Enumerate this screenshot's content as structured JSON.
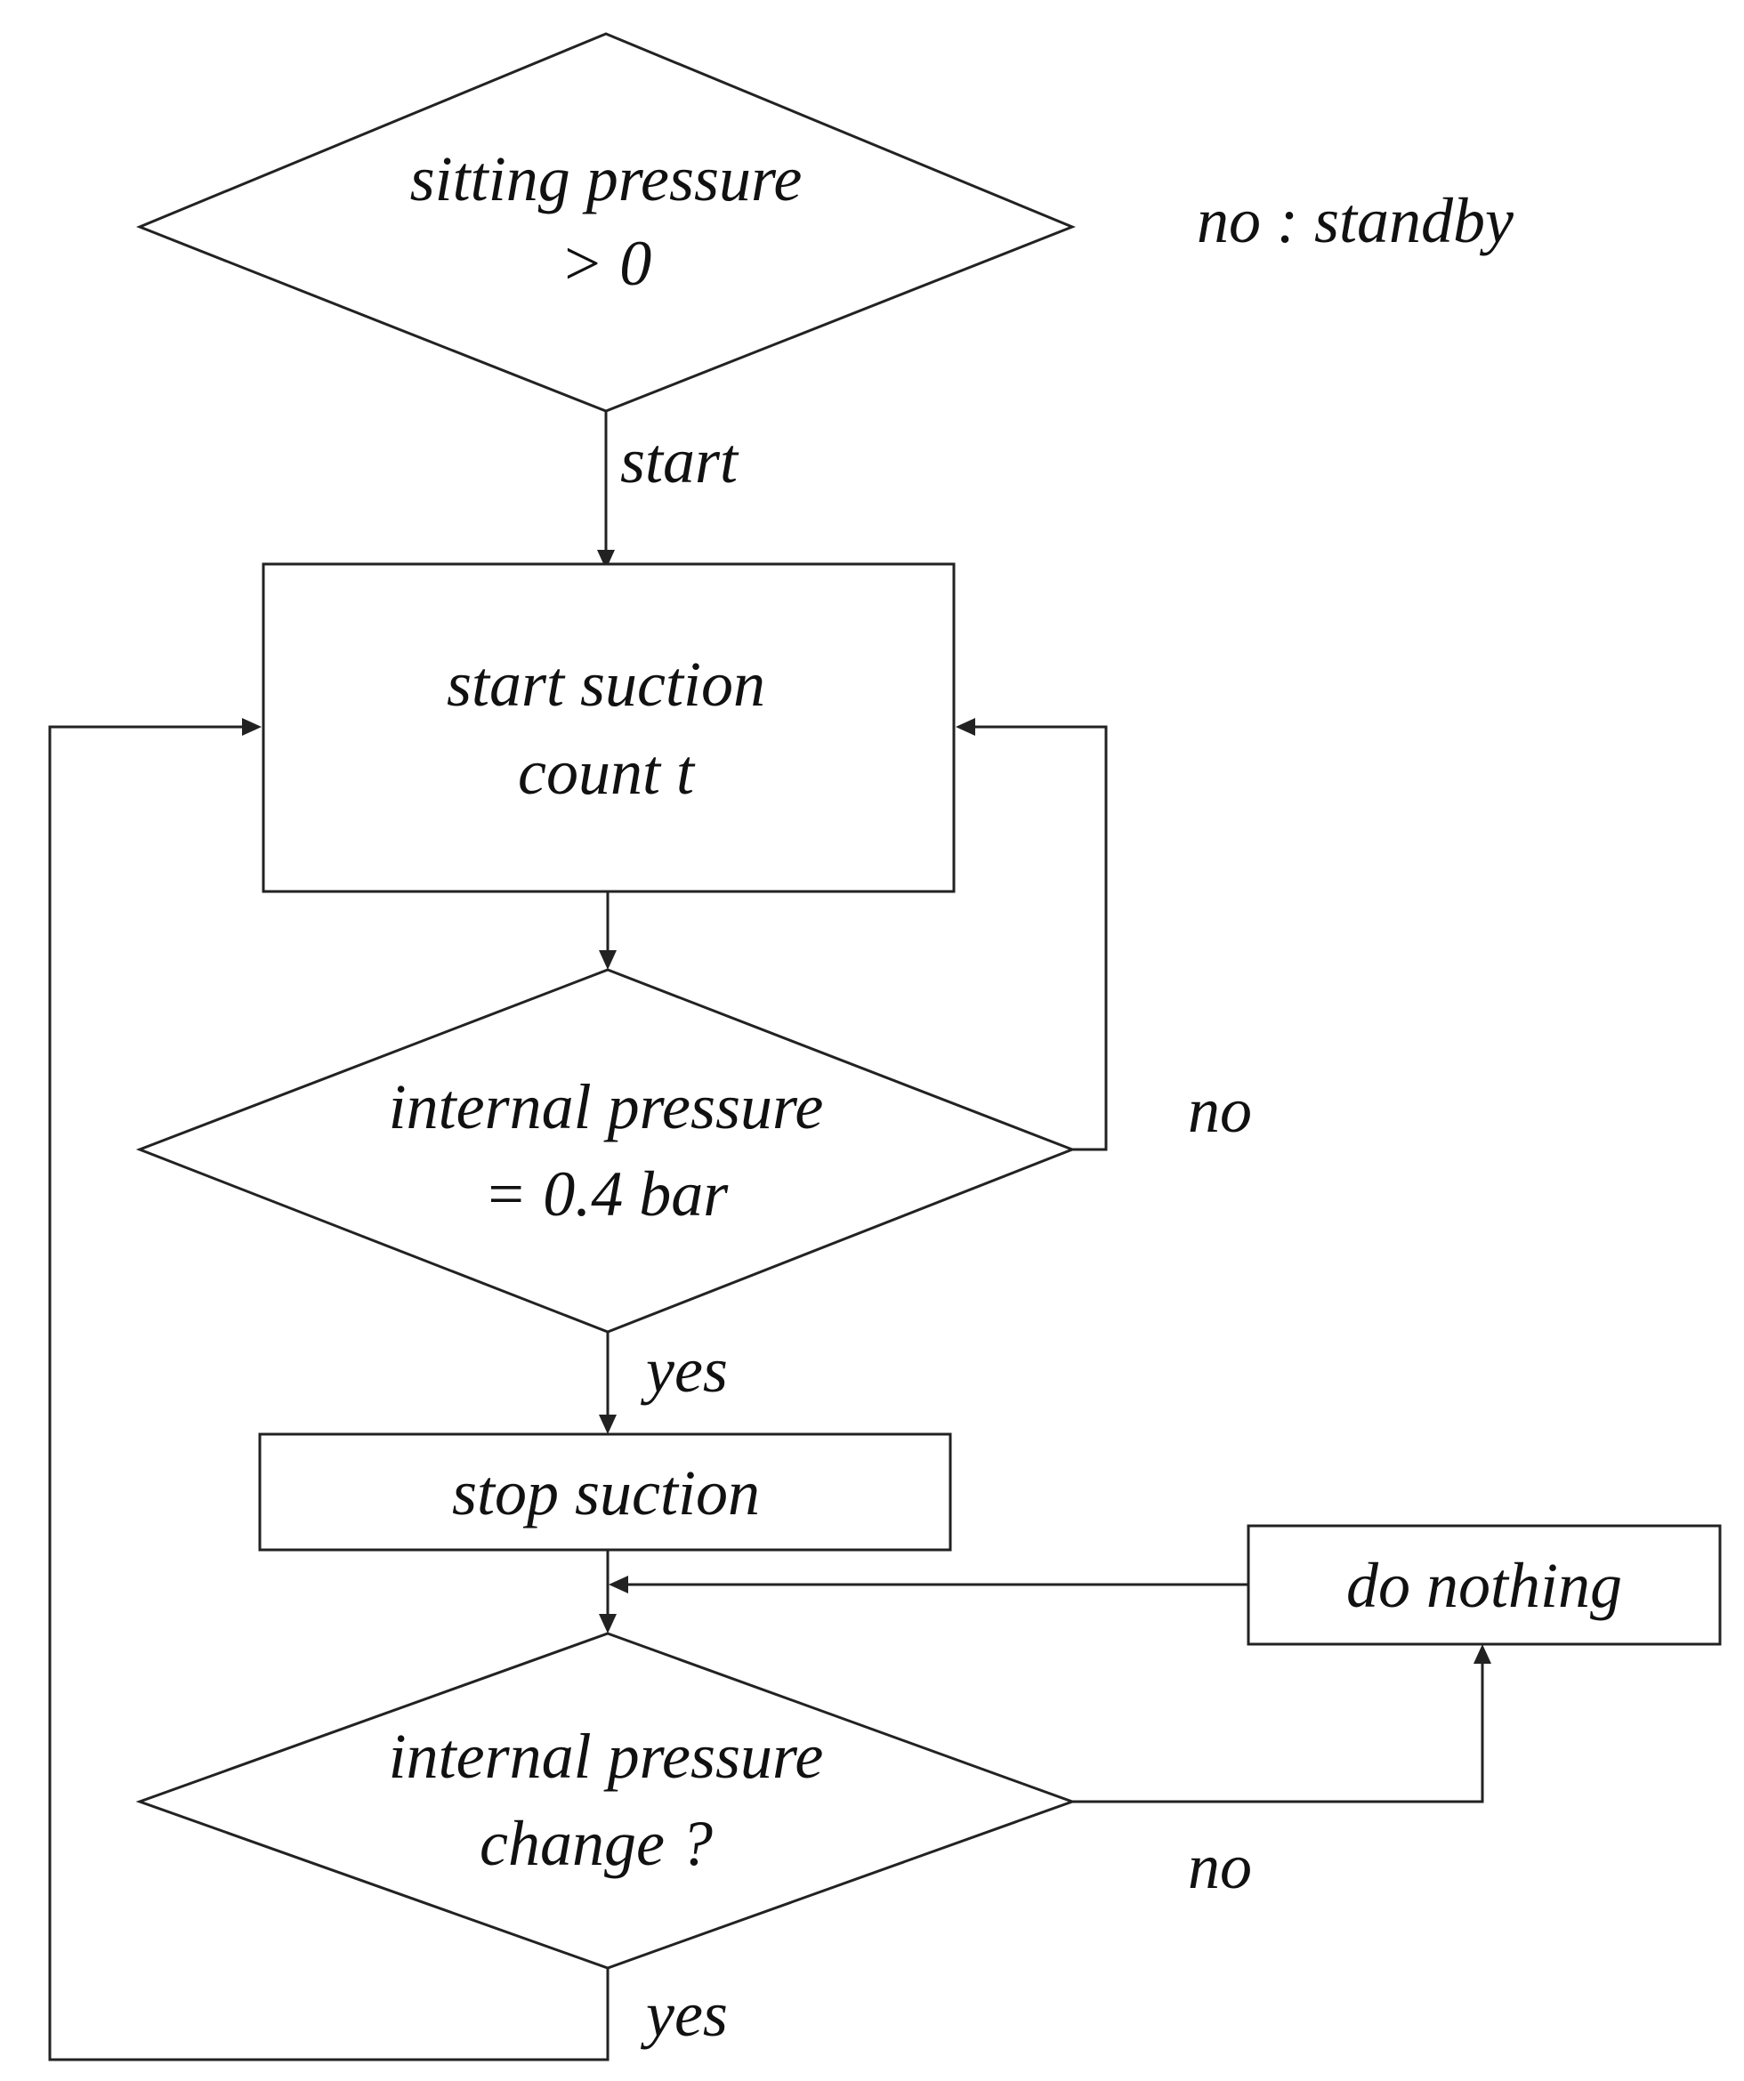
{
  "nodes": {
    "sitting_check": {
      "line1": "sitting pressure",
      "line2": "> 0"
    },
    "start_suction": {
      "line1": "start suction",
      "line2": "count t"
    },
    "pressure_check": {
      "line1": "internal pressure",
      "line2": "= 0.4 bar"
    },
    "stop_suction": {
      "label": "stop suction"
    },
    "change_check": {
      "line1": "internal pressure",
      "line2": "change ?"
    },
    "do_nothing": {
      "label": "do nothing"
    }
  },
  "edges": {
    "standby_no": "no : standby",
    "start": "start",
    "pressure_no": "no",
    "pressure_yes": "yes",
    "change_no": "no",
    "change_yes": "yes"
  },
  "colors": {
    "stroke": "#222222",
    "text": "#111111",
    "background": "#ffffff"
  }
}
